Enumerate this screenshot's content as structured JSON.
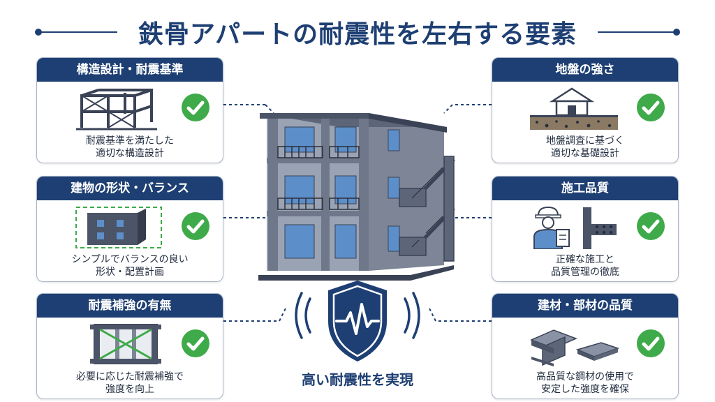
{
  "title": "鉄骨アパートの耐震性を左右する要素",
  "colors": {
    "navy": "#1e3f73",
    "check_green": "#3faa4a",
    "building_gray": "#7d8596",
    "window_blue": "#5c8fc9"
  },
  "cards": [
    {
      "heading": "構造設計・耐震基準",
      "description": "耐震基準を満たした\n適切な構造設計",
      "icon": "steel-frame-icon"
    },
    {
      "heading": "建物の形状・バランス",
      "description": "シンプルでバランスの良い\n形状・配置計画",
      "icon": "building-shape-icon"
    },
    {
      "heading": "耐震補強の有無",
      "description": "必要に応じた耐震補強で\n強度を向上",
      "icon": "cross-brace-icon"
    },
    {
      "heading": "地盤の強さ",
      "description": "地盤調査に基づく\n適切な基礎設計",
      "icon": "ground-house-icon"
    },
    {
      "heading": "施工品質",
      "description": "正確な施工と\n品質管理の徹底",
      "icon": "worker-icon"
    },
    {
      "heading": "建材・部材の品質",
      "description": "高品質な鋼材の使用で\n安定した強度を確保",
      "icon": "steel-beam-icon"
    }
  ],
  "result_label": "高い耐震性を実現"
}
